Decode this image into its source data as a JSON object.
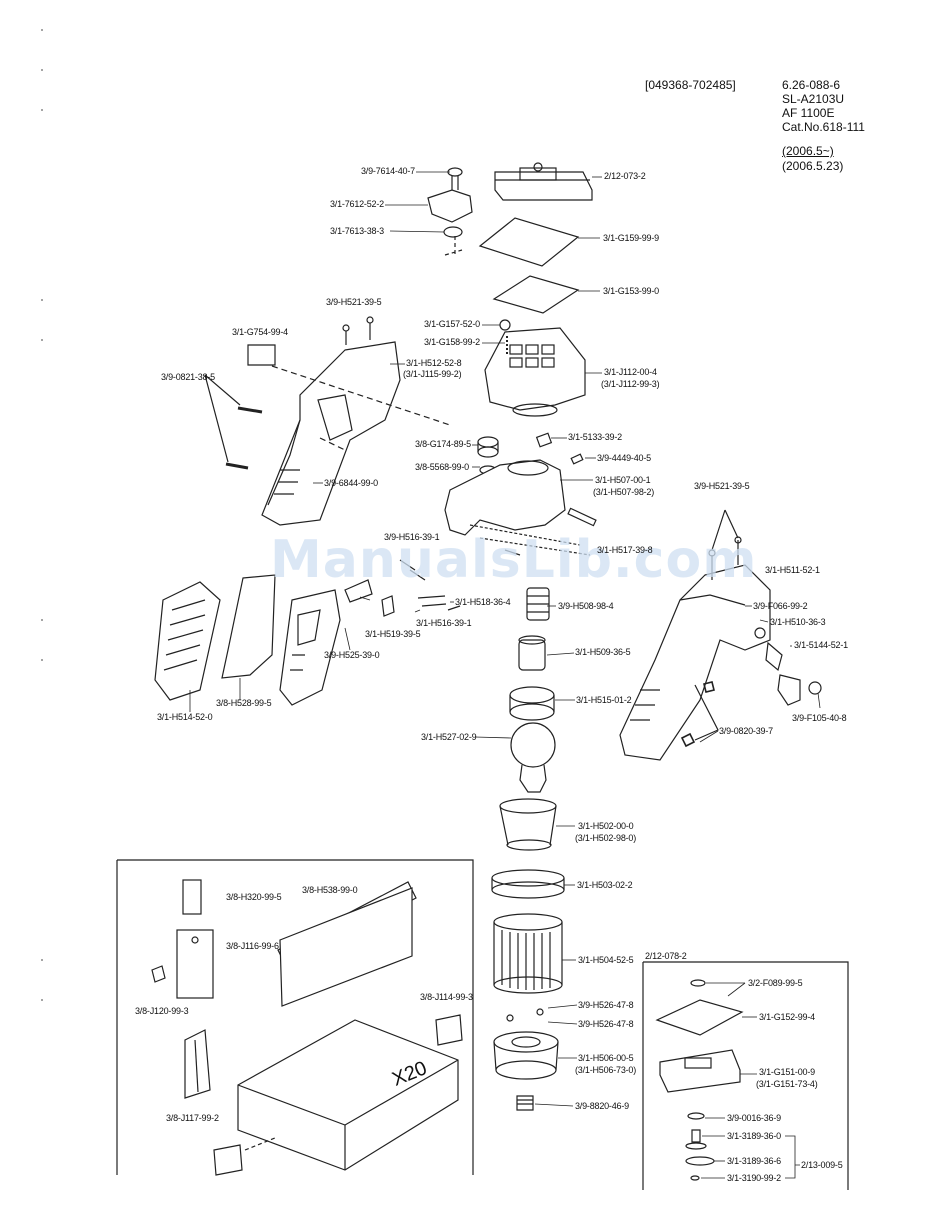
{
  "header": {
    "code": "[049368-702485]",
    "model_no": "6.26-088-6",
    "model_name": "SL-A2103U",
    "af_name": "AF 1100E",
    "cat_no": "Cat.No.618-111",
    "date_range": "(2006.5~)",
    "date_rev": "(2006.5.23)"
  },
  "watermark": "ManualsLib.com",
  "parts": {
    "p01": "3/9-7614-40-7",
    "p02": "3/1-7612-52-2",
    "p03": "3/1-7613-38-3",
    "p04": "2/12-073-2",
    "p05": "3/1-G159-99-9",
    "p06": "3/1-G153-99-0",
    "p07": "3/9-H521-39-5",
    "p08": "3/1-G754-99-4",
    "p09": "3/1-G157-52-0",
    "p10": "3/1-G158-99-2",
    "p11": "3/9-0821-38-5",
    "p12": "3/1-H512-52-8",
    "p13": "(3/1-J115-99-2)",
    "p14": "3/1-J112-00-4",
    "p15": "(3/1-J112-99-3)",
    "p16": "3/1-5133-39-2",
    "p17": "3/8-G174-89-5",
    "p18": "3/9-4449-40-5",
    "p19": "3/8-5568-99-0",
    "p20": "3/1-H507-00-1",
    "p21": "(3/1-H507-98-2)",
    "p22": "3/9-6844-99-0",
    "p23": "3/9-H521-39-5",
    "p24": "3/9-H516-39-1",
    "p25": "3/1-H517-39-8",
    "p26": "3/1-H511-52-1",
    "p27": "3/1-H518-36-4",
    "p28": "3/9-H508-98-4",
    "p29": "3/9-F066-99-2",
    "p30": "3/1-H516-39-1",
    "p31": "3/1-H510-36-3",
    "p32": "3/1-H519-39-5",
    "p33": "3/9-H525-39-0",
    "p34": "3/1-H509-36-5",
    "p35": "3/1-5144-52-1",
    "p36": "3/8-H528-99-5",
    "p37": "3/1-H514-52-0",
    "p38": "3/1-H515-01-2",
    "p39": "3/9-F105-40-8",
    "p40": "3/1-H527-02-9",
    "p41": "3/9-0820-39-7",
    "p42": "3/1-H502-00-0",
    "p43": "(3/1-H502-98-0)",
    "p44": "3/1-H503-02-2",
    "p45": "3/1-H504-52-5",
    "p46": "3/9-H526-47-8",
    "p47": "3/9-H526-47-8",
    "p48": "3/1-H506-00-5",
    "p49": "(3/1-H506-73-0)",
    "p50": "3/9-8820-46-9",
    "p51": "3/8-H320-99-5",
    "p52": "3/8-H538-99-0",
    "p53": "3/8-J116-99-6",
    "p54": "3/8-J120-99-3",
    "p55": "3/8-J114-99-3",
    "p56": "3/8-J117-99-2",
    "p57": "X20",
    "p58": "2/12-078-2",
    "p59": "3/2-F089-99-5",
    "p60": "3/1-G152-99-4",
    "p61": "3/1-G151-00-9",
    "p62": "(3/1-G151-73-4)",
    "p63": "3/9-0016-36-9",
    "p64": "3/1-3189-36-0",
    "p65": "3/1-3189-36-6",
    "p66": "3/1-3190-99-2",
    "p67": "2/13-009-5"
  }
}
